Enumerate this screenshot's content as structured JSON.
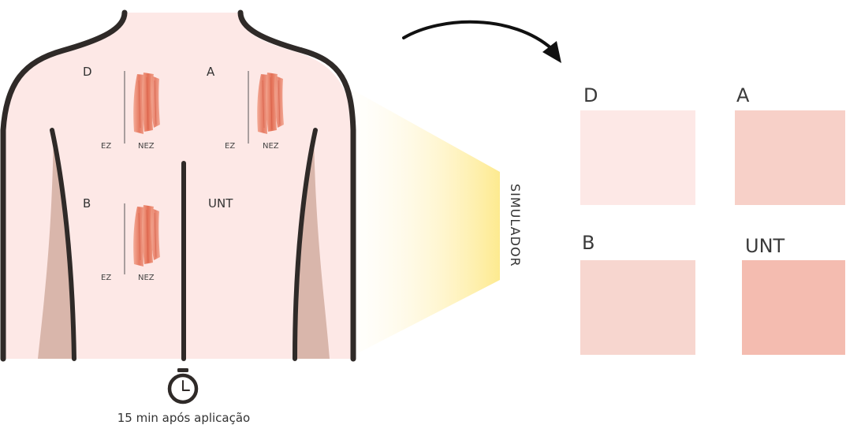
{
  "back_panel": {
    "sites": {
      "d": {
        "label": "D",
        "left": "EZ",
        "right": "NEZ"
      },
      "a": {
        "label": "A",
        "left": "EZ",
        "right": "NEZ"
      },
      "b": {
        "label": "B",
        "left": "EZ",
        "right": "NEZ"
      },
      "untreated": {
        "label": "UNT"
      }
    },
    "timer_caption": "15 min após aplicação",
    "timer_icon": "stopwatch-icon"
  },
  "simulator_label": "SIMULADOR",
  "arrow_icon": "curved-arrow-icon",
  "swatch_panel": {
    "swatches": [
      {
        "label": "D",
        "color": "#fde8e6"
      },
      {
        "label": "A",
        "color": "#f7d0c8"
      },
      {
        "label": "B",
        "color": "#f7d6cf"
      },
      {
        "label": "UNT",
        "color": "#f4bcb0"
      }
    ]
  },
  "colors": {
    "skin": "#fde8e6",
    "shadow": "#d9b6ab",
    "outline": "#2f2a28",
    "beam": "#fff3b8",
    "muscle": "#e8775e"
  }
}
